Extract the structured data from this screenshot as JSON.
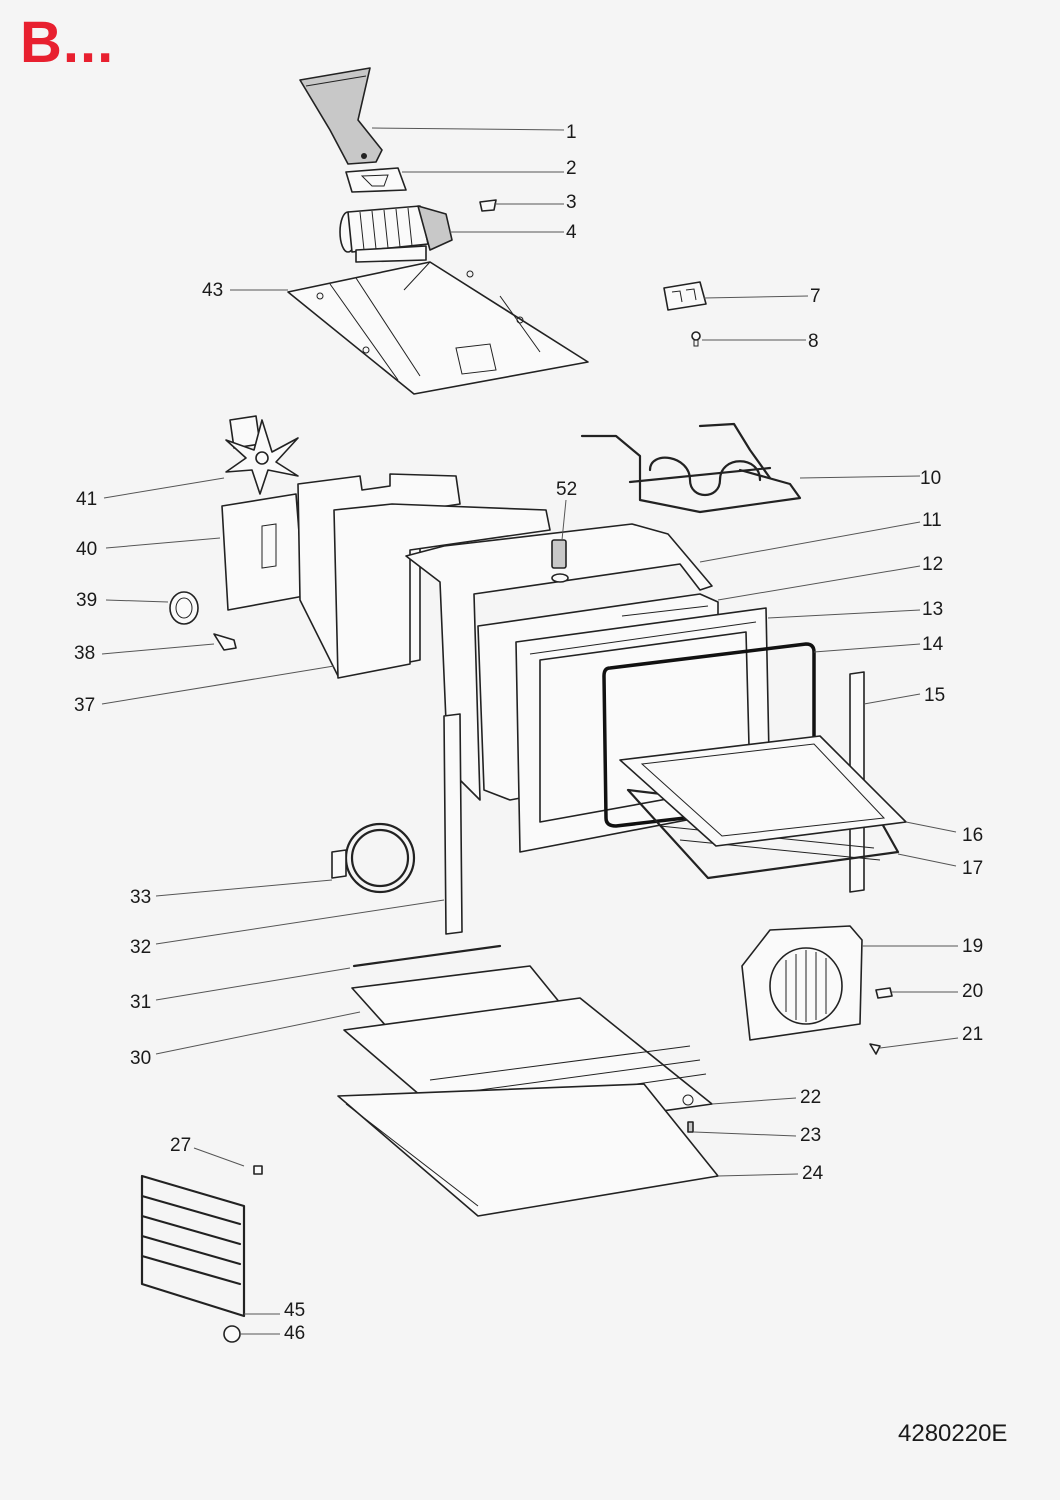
{
  "header": {
    "section_mark": "B...",
    "mark_color": "#e8202f"
  },
  "footer": {
    "document_code": "4280220E"
  },
  "parts": {
    "p1": "1",
    "p2": "2",
    "p3": "3",
    "p4": "4",
    "p7": "7",
    "p8": "8",
    "p10": "10",
    "p11": "11",
    "p12": "12",
    "p13": "13",
    "p14": "14",
    "p15": "15",
    "p16": "16",
    "p17": "17",
    "p19": "19",
    "p20": "20",
    "p21": "21",
    "p22": "22",
    "p23": "23",
    "p24": "24",
    "p27": "27",
    "p30": "30",
    "p31": "31",
    "p32": "32",
    "p33": "33",
    "p37": "37",
    "p38": "38",
    "p39": "39",
    "p40": "40",
    "p41": "41",
    "p43": "43",
    "p45": "45",
    "p46": "46",
    "p52": "52"
  }
}
